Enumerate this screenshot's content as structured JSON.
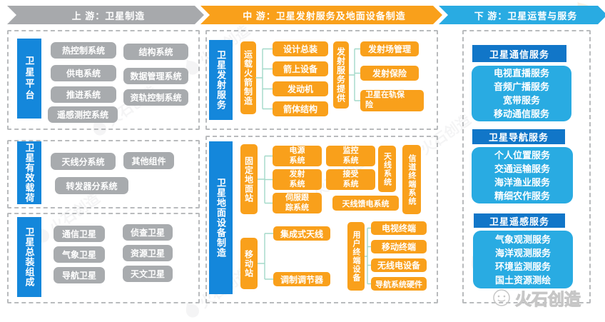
{
  "header": {
    "upstream": "上 游：卫星制造",
    "midstream": "中 游：卫星发射服务及地面设备制造",
    "downstream": "下 游：卫星运营与服务"
  },
  "up": {
    "g0": {
      "label": "卫星平台",
      "items": [
        "热控制系统",
        "结构系统",
        "供电系统",
        "数据管理系统",
        "推进系统",
        "资轨控制系统",
        "遥感测控系统"
      ]
    },
    "g1": {
      "label": "卫星有效载荷",
      "items": [
        "天线分系统",
        "其他组件",
        "转发器分系统"
      ]
    },
    "g2": {
      "label": "卫星总装组成",
      "items": [
        "通信卫星",
        "侦查卫星",
        "气象卫星",
        "资源卫星",
        "导航卫星",
        "天文卫星"
      ]
    }
  },
  "mid": {
    "launch": {
      "label": "卫星发射服务",
      "rocket": {
        "label": "运载火箭制造",
        "items": [
          "设计总装",
          "箭上设备",
          "发动机",
          "箭体结构"
        ]
      },
      "service": {
        "label": "发射服务提供",
        "items": [
          "发射场管理",
          "发射保险",
          "卫星在轨保\n险"
        ]
      }
    },
    "ground": {
      "label": "卫星地面设备制造",
      "fixed": {
        "label": "固定地面站",
        "items": [
          "电源\n系统",
          "监控\n系统",
          "天线系统",
          "信道终端系统",
          "发射\n系统",
          "接受\n系统",
          "伺服跟\n踪系统",
          "天线馈电系统"
        ]
      },
      "mobile": {
        "label": "移动站",
        "items": [
          "集成式天线",
          "调制调节器"
        ]
      },
      "terminal": {
        "label": "用户终端设备",
        "items": [
          "电视终端",
          "移动终端",
          "无线电设备",
          "导航系统硬件"
        ]
      }
    }
  },
  "down": {
    "g0": {
      "title": "卫星通信服务",
      "items": [
        "电视直播服务",
        "音频广播服务",
        "宽带服务",
        "移动通信服务"
      ]
    },
    "g1": {
      "title": "卫星导航服务",
      "items": [
        "个人位置服务",
        "交通运输服务",
        "海洋渔业服务",
        "精细农作服务"
      ]
    },
    "g2": {
      "title": "卫星遥感服务",
      "items": [
        "气象观测服务",
        "海洋观测服务",
        "环境监测服务",
        "国土资源测绘"
      ]
    }
  },
  "watermark": {
    "brand": "火石创造"
  },
  "colors": {
    "gray": "#a7a9ac",
    "orange": "#f9a01b",
    "cyan": "#29abe2",
    "deep_blue": "#1176c8",
    "label_blue": "#1487db"
  }
}
